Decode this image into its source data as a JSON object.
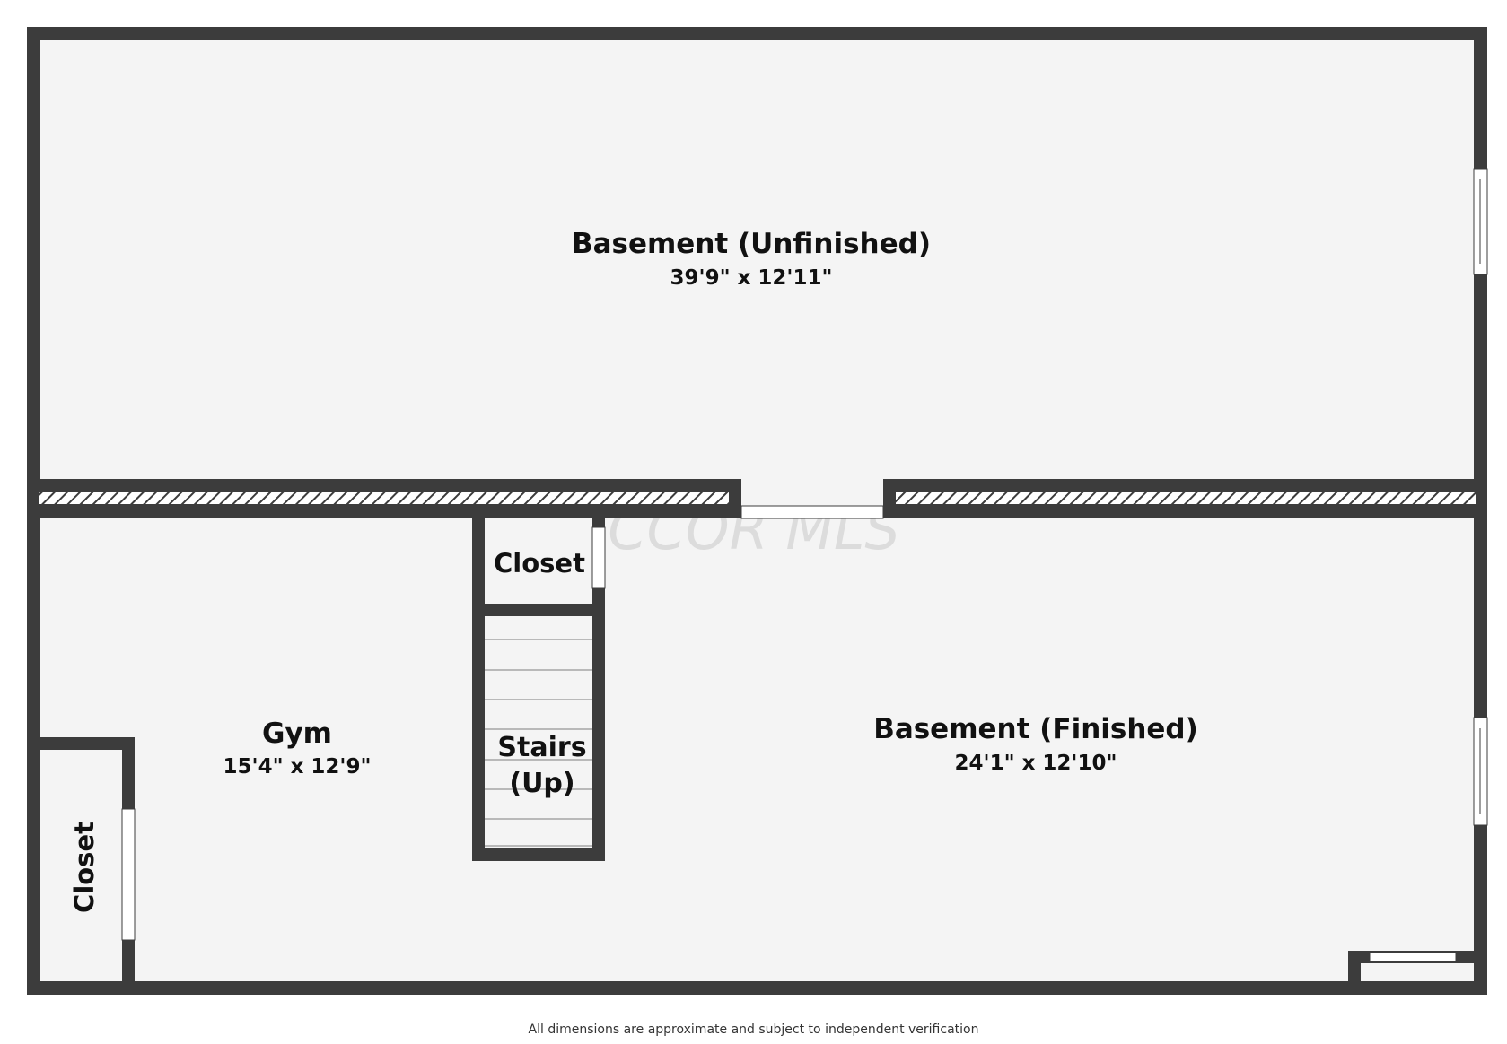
{
  "colors": {
    "wall": "#3c3c3c",
    "floor": "#f4f4f4",
    "window": "#ffffff",
    "stair_line": "#b9b9b9",
    "watermark": "#d2d2d2",
    "text": "#111111"
  },
  "rooms": {
    "basement_unfinished": {
      "name": "Basement (Unfinished)",
      "dims": "39'9\" x 12'11\""
    },
    "basement_finished": {
      "name": "Basement (Finished)",
      "dims": "24'1\" x 12'10\""
    },
    "gym": {
      "name": "Gym",
      "dims": "15'4\" x 12'9\""
    },
    "closet_top": {
      "name": "Closet"
    },
    "closet_left": {
      "name": "Closet"
    },
    "stairs": {
      "line1": "Stairs",
      "line2": "(Up)"
    }
  },
  "watermark": "CCOR MLS",
  "disclaimer": "All dimensions are approximate and subject to independent verification"
}
